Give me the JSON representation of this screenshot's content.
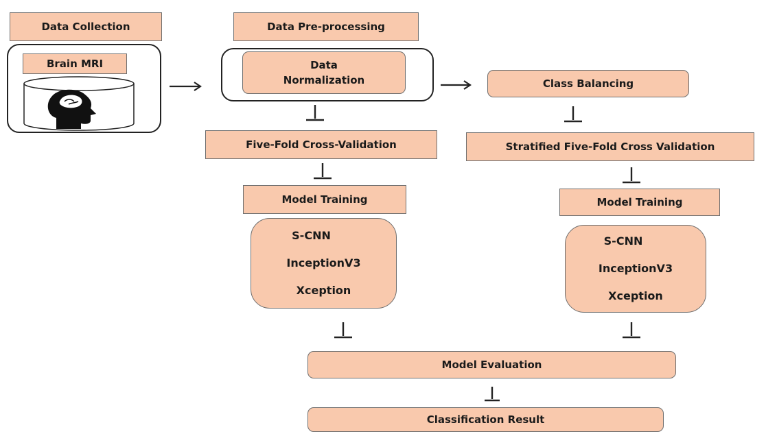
{
  "data_collection": {
    "title": "Data Collection",
    "source": "Brain MRI"
  },
  "preprocessing": {
    "title": "Data Pre-processing",
    "normalization_line1": "Data",
    "normalization_line2": "Normalization"
  },
  "left_branch": {
    "cv": "Five-Fold Cross-Validation",
    "training": "Model Training",
    "models": [
      "S-CNN",
      "InceptionV3",
      "Xception"
    ]
  },
  "right_branch": {
    "balancing": "Class Balancing",
    "cv": "Stratified Five-Fold Cross Validation",
    "training": "Model Training",
    "models": [
      "S-CNN",
      "InceptionV3",
      "Xception"
    ]
  },
  "evaluation": "Model Evaluation",
  "result": "Classification Result",
  "colors": {
    "box_fill": "#f9c9ad",
    "box_border": "#6e6e6e",
    "arrow": "#222222"
  }
}
